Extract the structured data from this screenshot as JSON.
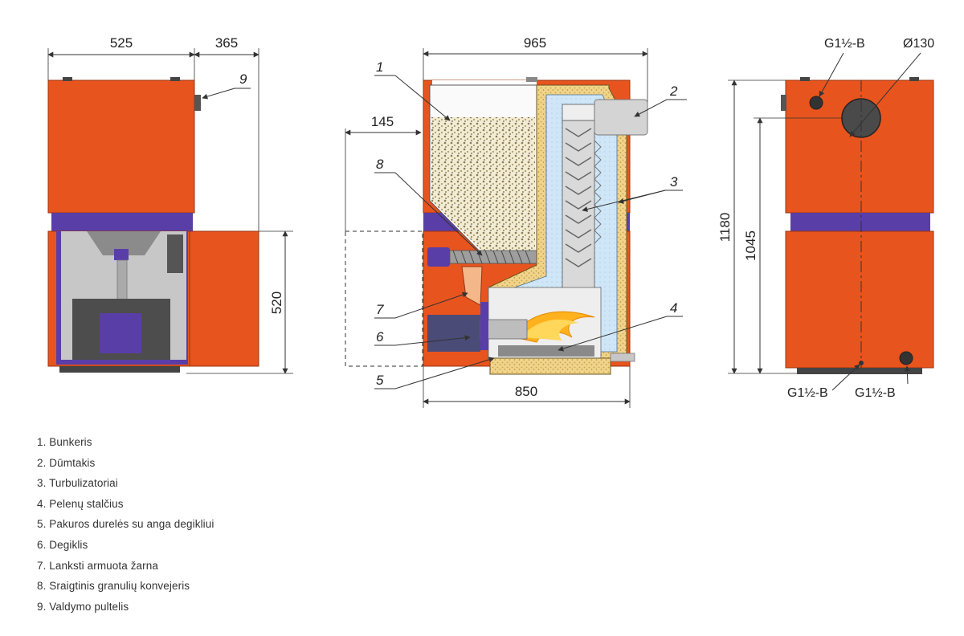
{
  "dimensions": {
    "left_width": "525",
    "side_depth": "365",
    "lower_height": "520",
    "total_depth": "965",
    "door_offset": "145",
    "base_depth": "850",
    "total_height": "1180",
    "outlet_height": "1045"
  },
  "connections": {
    "top_left": "G1½-B",
    "flue": "Ø130",
    "bottom_left": "G1½-B",
    "bottom_right": "G1½-B"
  },
  "callouts": [
    "1",
    "2",
    "3",
    "4",
    "5",
    "6",
    "7",
    "8",
    "9"
  ],
  "legend": [
    "1. Bunkeris",
    "2. Dūmtakis",
    "3. Turbulizatoriai",
    "4. Pelenų stalčius",
    "5. Pakuros durelės su anga degikliui",
    "6. Degiklis",
    "7. Lanksti armuota žarna",
    "8. Sraigtinis granulių konvejeris",
    "9. Valdymo pultelis"
  ],
  "colors": {
    "body_orange": "#e8541e",
    "band_purple": "#5a3ea8",
    "gray_panel": "#c7c7c7",
    "insulation_yellow": "#f0d48a",
    "water_blue": "#cfe6f7",
    "flame": "#ffb21e"
  }
}
